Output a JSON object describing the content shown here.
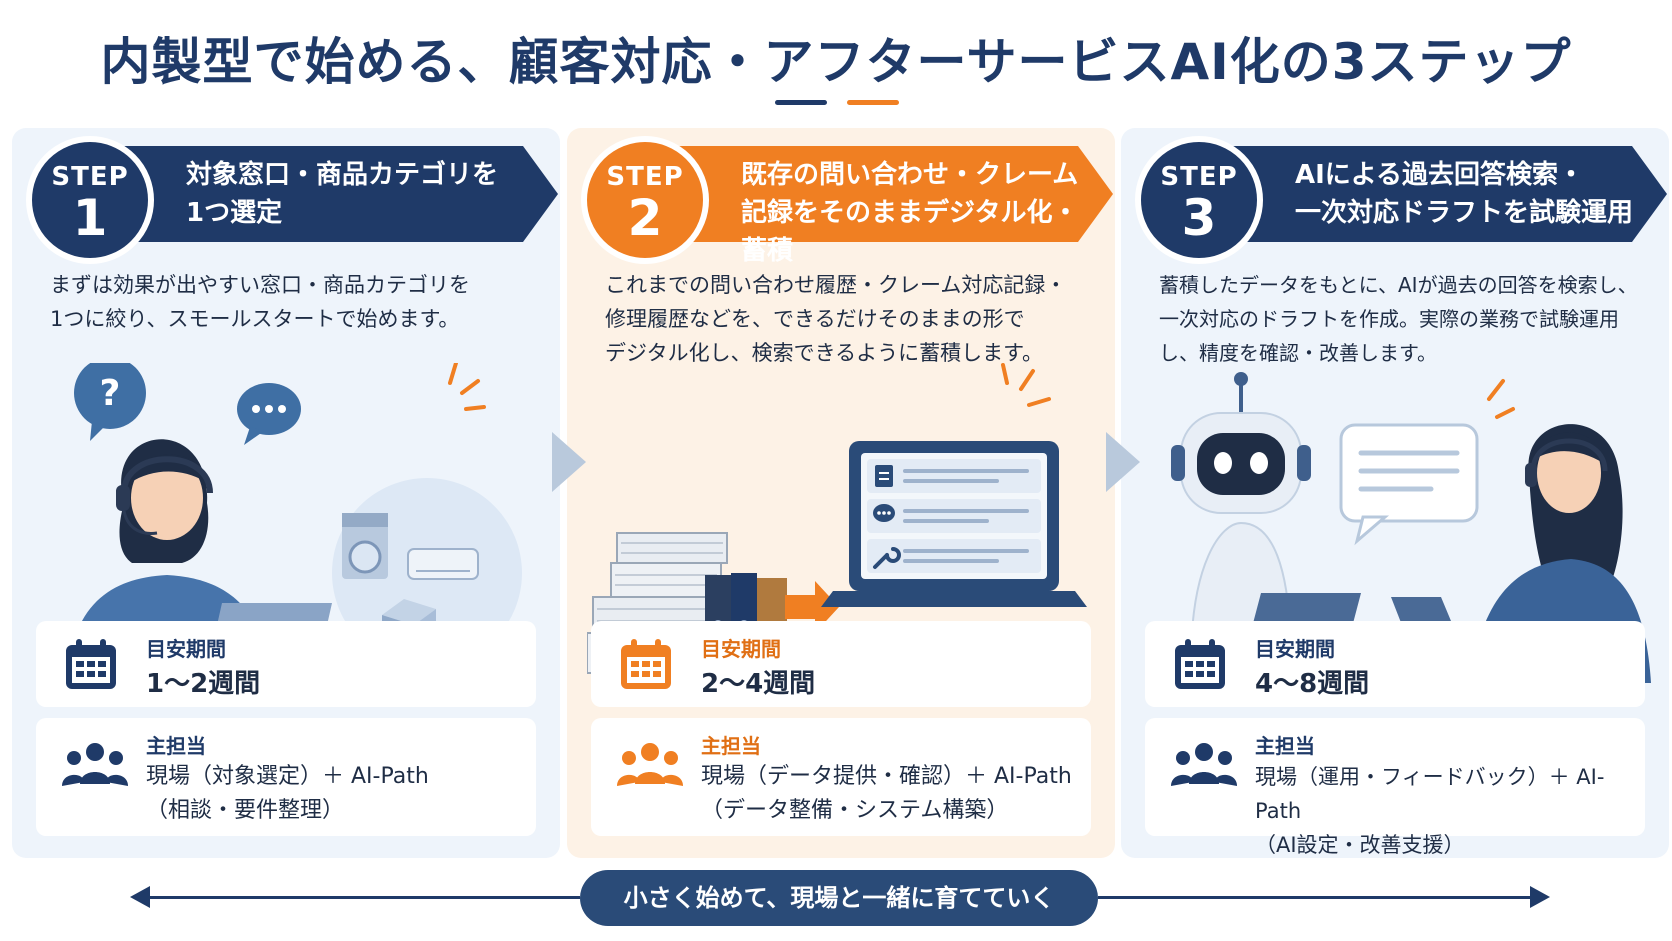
{
  "title": "内製型で始める、顧客対応・アフターサービスAI化の3ステップ",
  "colors": {
    "navy": "#1f3a68",
    "orange": "#f07f22",
    "light_blue": "#eef4fb",
    "light_orange": "#fdf2e6"
  },
  "steps": [
    {
      "step_word": "STEP",
      "number": "1",
      "heading": "対象窓口・商品カテゴリを\n1つ選定",
      "description": "まずは効果が出やすい窓口・商品カテゴリを\n1つに絞り、スモールスタートで始めます。",
      "period_label": "目安期間",
      "period_value": "1〜2週間",
      "owner_label": "主担当",
      "owner_value": "現場（対象選定）＋ AI-Path\n（相談・要件整理）",
      "icons": [
        "question-bubble-icon",
        "chat-bubble-icon",
        "headset-operator-icon",
        "laptop-icon",
        "washing-machine-icon",
        "air-conditioner-icon",
        "box-icon"
      ]
    },
    {
      "step_word": "STEP",
      "number": "2",
      "heading": "既存の問い合わせ・クレーム\n記録をそのままデジタル化・蓄積",
      "description": "これまでの問い合わせ履歴・クレーム対応記録・\n修理履歴などを、できるだけそのままの形で\nデジタル化し、検索できるように蓄積します。",
      "period_label": "目安期間",
      "period_value": "2〜4週間",
      "owner_label": "主担当",
      "owner_value": "現場（データ提供・確認）＋ AI-Path\n（データ整備・システム構築）",
      "icons": [
        "paper-stack-icon",
        "binder-icon",
        "arrow-right-icon",
        "laptop-screen-icon",
        "document-icon",
        "chat-icon",
        "wrench-icon"
      ]
    },
    {
      "step_word": "STEP",
      "number": "3",
      "heading": "AIによる過去回答検索・\n一次対応ドラフトを試験運用",
      "description": "蓄積したデータをもとに、AIが過去の回答を検索し、\n一次対応のドラフトを作成。実際の業務で試験運用\nし、精度を確認・改善します。",
      "period_label": "目安期間",
      "period_value": "4〜8週間",
      "owner_label": "主担当",
      "owner_value": "現場（運用・フィードバック）＋ AI-Path\n（AI設定・改善支援）",
      "icons": [
        "robot-icon",
        "laptop-icon",
        "speech-bubble-icon",
        "headset-operator-icon"
      ]
    }
  ],
  "bottom_message": "小さく始めて、現場と一緒に育てていく"
}
